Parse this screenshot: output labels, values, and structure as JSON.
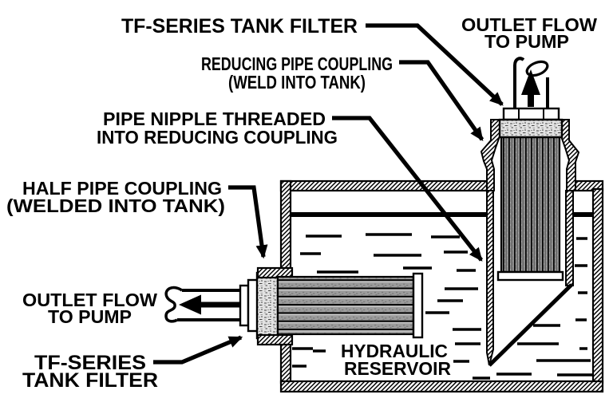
{
  "diagram": {
    "type": "technical-illustration",
    "subject": "TF-Series tank filter installation in hydraulic reservoir",
    "labels": {
      "tf_top": "TF-SERIES TANK FILTER",
      "reducing_line1": "REDUCING PIPE COUPLING",
      "reducing_line2": "(WELD INTO TANK)",
      "nipple_line1": "PIPE NIPPLE THREADED",
      "nipple_line2": "INTO REDUCING COUPLING",
      "half_line1": "HALF PIPE COUPLING",
      "half_line2": "(WELDED INTO TANK)",
      "outlet_left_line1": "OUTLET FLOW",
      "outlet_left_line2": "TO PUMP",
      "outlet_right_line1": "OUTLET FLOW",
      "outlet_right_line2": "TO PUMP",
      "tf_bottom_line1": "TF-SERIES",
      "tf_bottom_line2": "TANK FILTER",
      "reservoir_line1": "HYDRAULIC",
      "reservoir_line2": "RESERVOIR"
    },
    "colors": {
      "ink": "#000000",
      "paper": "#ffffff",
      "filter_media_shade": "#8e8e8e",
      "coupling_shade": "#e2e2e2"
    }
  }
}
